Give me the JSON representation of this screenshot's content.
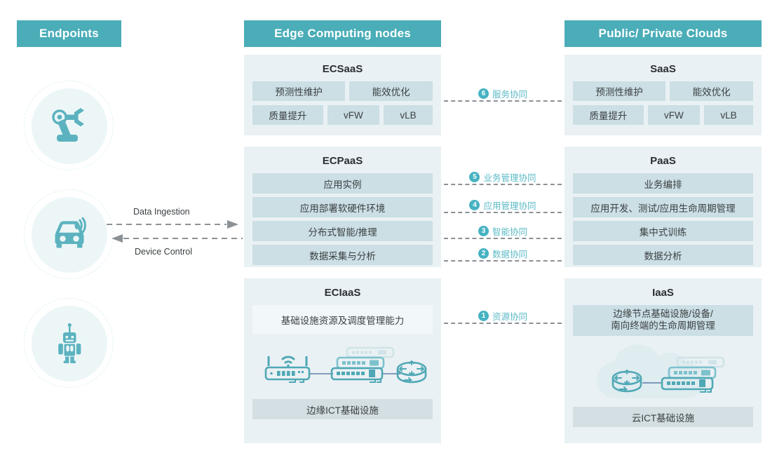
{
  "columns": {
    "endpoints": {
      "header": "Endpoints",
      "items": [
        {
          "name": "robot-arm",
          "icon": "robot-arm-icon"
        },
        {
          "name": "connected-car",
          "icon": "connected-car-icon"
        },
        {
          "name": "robot",
          "icon": "robot-icon"
        }
      ]
    },
    "edge": {
      "header": "Edge Computing nodes",
      "layers": [
        {
          "title": "ECSaaS",
          "rows": [
            [
              "预测性维护",
              "能效优化"
            ],
            [
              "质量提升",
              "vFW",
              "vLB"
            ]
          ]
        },
        {
          "title": "ECPaaS",
          "bars": [
            "应用实例",
            "应用部署软硬件环境",
            "分布式智能/推理",
            "数据采集与分析"
          ]
        },
        {
          "title": "ECIaaS",
          "highlight": "基础设施资源及调度管理能力",
          "icons": [
            "wireless-ap-icon",
            "network-switch-stack-icon",
            "router-icon"
          ],
          "footer": "边缘ICT基础设施"
        }
      ]
    },
    "cloud": {
      "header": "Public/ Private Clouds",
      "layers": [
        {
          "title": "SaaS",
          "rows": [
            [
              "预测性维护",
              "能效优化"
            ],
            [
              "质量提升",
              "vFW",
              "vLB"
            ]
          ]
        },
        {
          "title": "PaaS",
          "bars": [
            "业务编排",
            "应用开发、测试/应用生命周期管理",
            "集中式训练",
            "数据分析"
          ]
        },
        {
          "title": "IaaS",
          "highlight_line1": "边缘节点基础设施/设备/",
          "highlight_line2": "南向终端的生命周期管理",
          "icons": [
            "cloud-icon",
            "router-icon",
            "network-switch-stack-icon"
          ],
          "footer": "云ICT基础设施"
        }
      ]
    }
  },
  "flows": {
    "data_ingestion": "Data Ingestion",
    "device_control": "Device Control"
  },
  "connectors": [
    {
      "number": "6",
      "label": "服务协同"
    },
    {
      "number": "5",
      "label": "业务管理协同"
    },
    {
      "number": "4",
      "label": "应用管理协同"
    },
    {
      "number": "3",
      "label": "智能协同"
    },
    {
      "number": "2",
      "label": "数据协同"
    },
    {
      "number": "1",
      "label": "资源协同"
    }
  ],
  "colors": {
    "header_teal": "#4aadb8",
    "panel_bg": "#eaf1f4",
    "chip_bg": "#cbdfe4",
    "accent_text": "#5bbac7",
    "badge_bg": "#46b2c2",
    "dash_grey": "#8c9196",
    "icon_teal": "#5cb3bf"
  }
}
